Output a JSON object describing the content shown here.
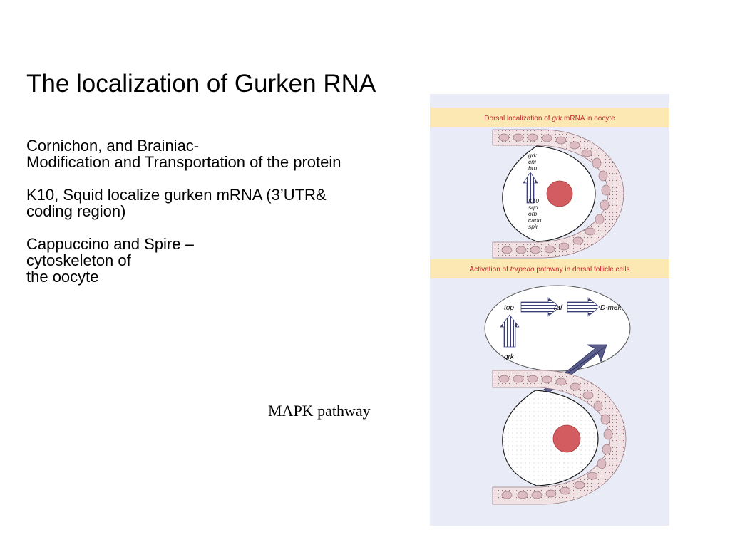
{
  "slide": {
    "title": "The localization of Gurken RNA",
    "paragraphs": [
      [
        "Cornichon, and Brainiac-",
        "Modification and Transportation of the protein"
      ],
      [
        "K10, Squid localize gurken mRNA (3’UTR&",
        "coding region)"
      ],
      [
        "Cappuccino and Spire –",
        "cytoskeleton of",
        "the oocyte"
      ]
    ],
    "mapk_label": "MAPK pathway"
  },
  "figure": {
    "panel_top": {
      "header_prefix": "Dorsal localization of ",
      "header_italic": "grk",
      "header_suffix": " mRNA in oocyte",
      "genes_above_arrow": [
        "grk",
        "cni",
        "brn"
      ],
      "genes_below_arrow": [
        "K10",
        "sqd",
        "orb",
        "capu",
        "spir"
      ]
    },
    "panel_bottom": {
      "header_prefix": "Activation of ",
      "header_italic": "torpedo",
      "header_suffix": " pathway in dorsal follicle cells",
      "pathway": [
        "top",
        "raf",
        "D-mek"
      ],
      "ligand": "grk"
    },
    "colors": {
      "panel_background": "#e9ecf6",
      "header_band": "#fbe8b2",
      "header_text": "#c0282c",
      "follicle_fill": "#f1e3e5",
      "follicle_cell": "#dcbcc2",
      "nucleus": "#d35c60",
      "arrow_stripe": "#3c3f78"
    },
    "icons": [
      "striped-arrow-icon",
      "nucleus-icon"
    ]
  }
}
